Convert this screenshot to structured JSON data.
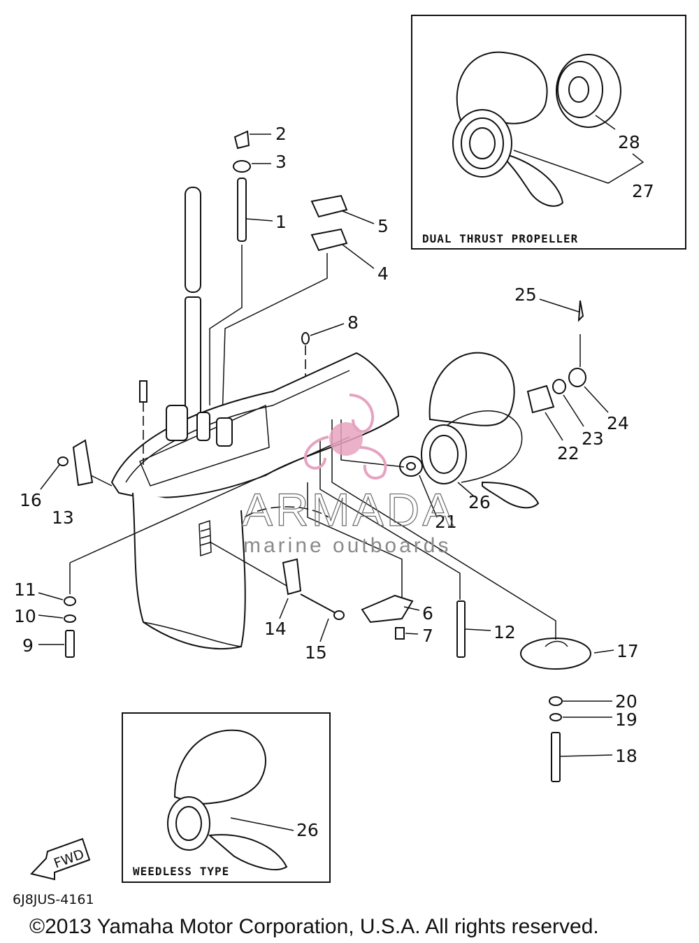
{
  "diagram": {
    "part_labels": {
      "p1": "1",
      "p2": "2",
      "p3": "3",
      "p4": "4",
      "p5": "5",
      "p6": "6",
      "p7": "7",
      "p8": "8",
      "p9": "9",
      "p10": "10",
      "p11": "11",
      "p12": "12",
      "p13": "13",
      "p14": "14",
      "p15": "15",
      "p16": "16",
      "p17": "17",
      "p18": "18",
      "p19": "19",
      "p20": "20",
      "p21": "21",
      "p22": "22",
      "p23": "23",
      "p24": "24",
      "p25": "25",
      "p26": "26",
      "p26b": "26",
      "p27": "27",
      "p28": "28"
    },
    "inset_dual_thrust": {
      "title": "DUAL THRUST PROPELLER"
    },
    "inset_weedless": {
      "title": "WEEDLESS TYPE"
    },
    "fwd_arrow": "FWD",
    "diagram_code": "6J8JUS-4161",
    "copyright": "©2013 Yamaha Motor Corporation, U.S.A. All rights reserved."
  },
  "watermark": {
    "brand": "ARMADA",
    "tagline": "marine outboards",
    "logo_color": "#e6a3c0"
  }
}
